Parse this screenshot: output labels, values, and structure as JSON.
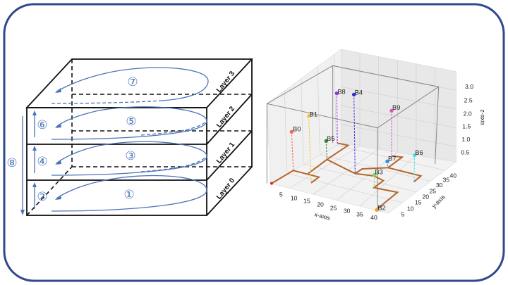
{
  "left_diagram": {
    "layers": [
      "Layer 3",
      "Layer 2",
      "Layer 1",
      "Layer 0"
    ],
    "steps": [
      "①",
      "②",
      "③",
      "④",
      "⑤",
      "⑥",
      "⑦",
      "⑧"
    ],
    "line_color": "#4a74b8"
  },
  "plot3d": {
    "xlabel": "x-axis",
    "ylabel": "y-axis",
    "zlabel": "z-axis",
    "xticks": [
      "5",
      "10",
      "15",
      "20",
      "25",
      "30",
      "35",
      "40"
    ],
    "yticks": [
      "5",
      "10",
      "15",
      "20",
      "25",
      "30",
      "35",
      "40"
    ],
    "zticks": [
      "0.5",
      "1.0",
      "1.5",
      "2.0",
      "2.5",
      "3.0"
    ],
    "points": [
      {
        "label": "B0",
        "color": "#f26b4f"
      },
      {
        "label": "B1",
        "color": "#f2c530"
      },
      {
        "label": "B2",
        "color": "#f59a30"
      },
      {
        "label": "B3",
        "color": "#7ed957"
      },
      {
        "label": "B4",
        "color": "#2b2bd9"
      },
      {
        "label": "B5",
        "color": "#2e8b2e"
      },
      {
        "label": "B6",
        "color": "#47e0e0"
      },
      {
        "label": "B7",
        "color": "#2f8fe8"
      },
      {
        "label": "B8",
        "color": "#9b30d9"
      },
      {
        "label": "B9",
        "color": "#e64fc0"
      }
    ],
    "path_color": "#b5652b"
  },
  "frame_color": "#2f4a8a"
}
